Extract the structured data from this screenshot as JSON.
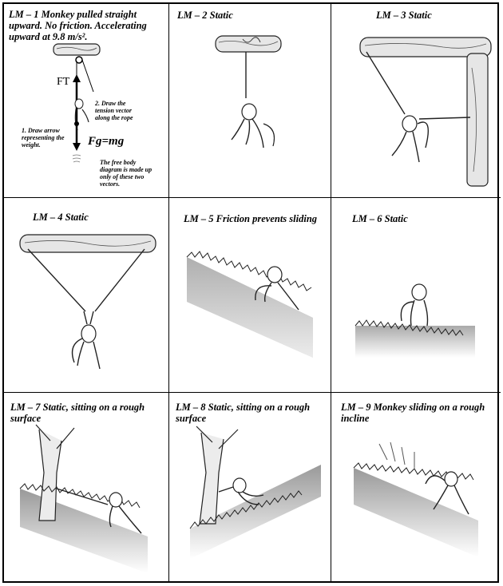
{
  "panels": [
    {
      "id": "LM-1",
      "caption": "LM – 1 Monkey pulled straight upward. No friction. Accelerating upward at 9.8 m/s².",
      "notes": {
        "tension": "2. Draw the tension vector along the rope",
        "weight": "1. Draw arrow representing the weight.",
        "fbd": "The free body diagram is made up only of these two vectors."
      },
      "labels": {
        "ft": "FT",
        "fg": "Fg=mg"
      }
    },
    {
      "id": "LM-2",
      "caption": "LM – 2 Static"
    },
    {
      "id": "LM-3",
      "caption": "LM – 3 Static"
    },
    {
      "id": "LM-4",
      "caption": "LM – 4 Static"
    },
    {
      "id": "LM-5",
      "caption": "LM – 5 Friction prevents sliding"
    },
    {
      "id": "LM-6",
      "caption": "LM – 6 Static"
    },
    {
      "id": "LM-7",
      "caption": "LM – 7 Static, sitting on a rough surface"
    },
    {
      "id": "LM-8",
      "caption": "LM – 8 Static, sitting on a rough surface"
    },
    {
      "id": "LM-9",
      "caption": "LM – 9 Monkey sliding on a rough incline"
    }
  ]
}
